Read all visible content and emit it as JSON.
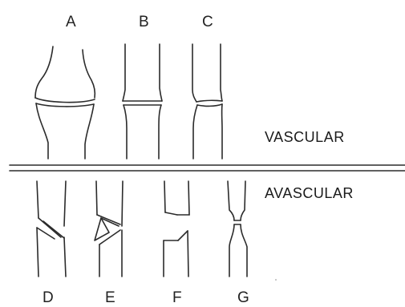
{
  "labels": {
    "a": "A",
    "b": "B",
    "c": "C",
    "d": "D",
    "e": "E",
    "f": "F",
    "g": "G"
  },
  "categories": {
    "vascular": "VASCULAR",
    "avascular": "AVASCULAR"
  },
  "colors": {
    "stroke": "#2b2b2b",
    "background": "#ffffff",
    "text": "#222222"
  }
}
